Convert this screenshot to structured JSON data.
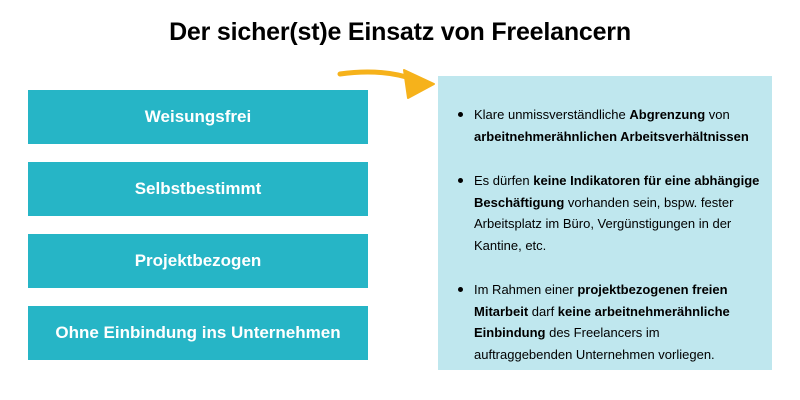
{
  "title": "Der sicher(st)e Einsatz von Freelancern",
  "boxes": [
    {
      "label": "Weisungsfrei"
    },
    {
      "label": "Selbstbestimmt"
    },
    {
      "label": "Projektbezogen"
    },
    {
      "label": "Ohne Einbindung ins Unternehmen"
    }
  ],
  "bullets": [
    {
      "parts": [
        {
          "text": "Klare unmissverständliche ",
          "bold": false
        },
        {
          "text": "Abgrenzung",
          "bold": true
        },
        {
          "text": " von ",
          "bold": false
        },
        {
          "text": "arbeitnehmerähnlichen Arbeitsverhältnissen",
          "bold": true
        }
      ]
    },
    {
      "parts": [
        {
          "text": "Es dürfen ",
          "bold": false
        },
        {
          "text": "keine Indikatoren für eine abhängige Beschäftigung",
          "bold": true
        },
        {
          "text": " vorhanden sein, bspw. fester Arbeitsplatz im Büro, Vergünstigungen in der Kantine, etc.",
          "bold": false
        }
      ]
    },
    {
      "parts": [
        {
          "text": "Im Rahmen einer ",
          "bold": false
        },
        {
          "text": "projektbezogenen freien Mitarbeit",
          "bold": true
        },
        {
          "text": " darf ",
          "bold": false
        },
        {
          "text": "keine arbeitnehmerähnliche Einbindung",
          "bold": true
        },
        {
          "text": " des Freelancers im auftraggebenden Unternehmen vorliegen.",
          "bold": false
        }
      ]
    }
  ],
  "colors": {
    "box": "#26b5c6",
    "panel": "#bfe7ee",
    "arrow": "#f6b21b"
  }
}
